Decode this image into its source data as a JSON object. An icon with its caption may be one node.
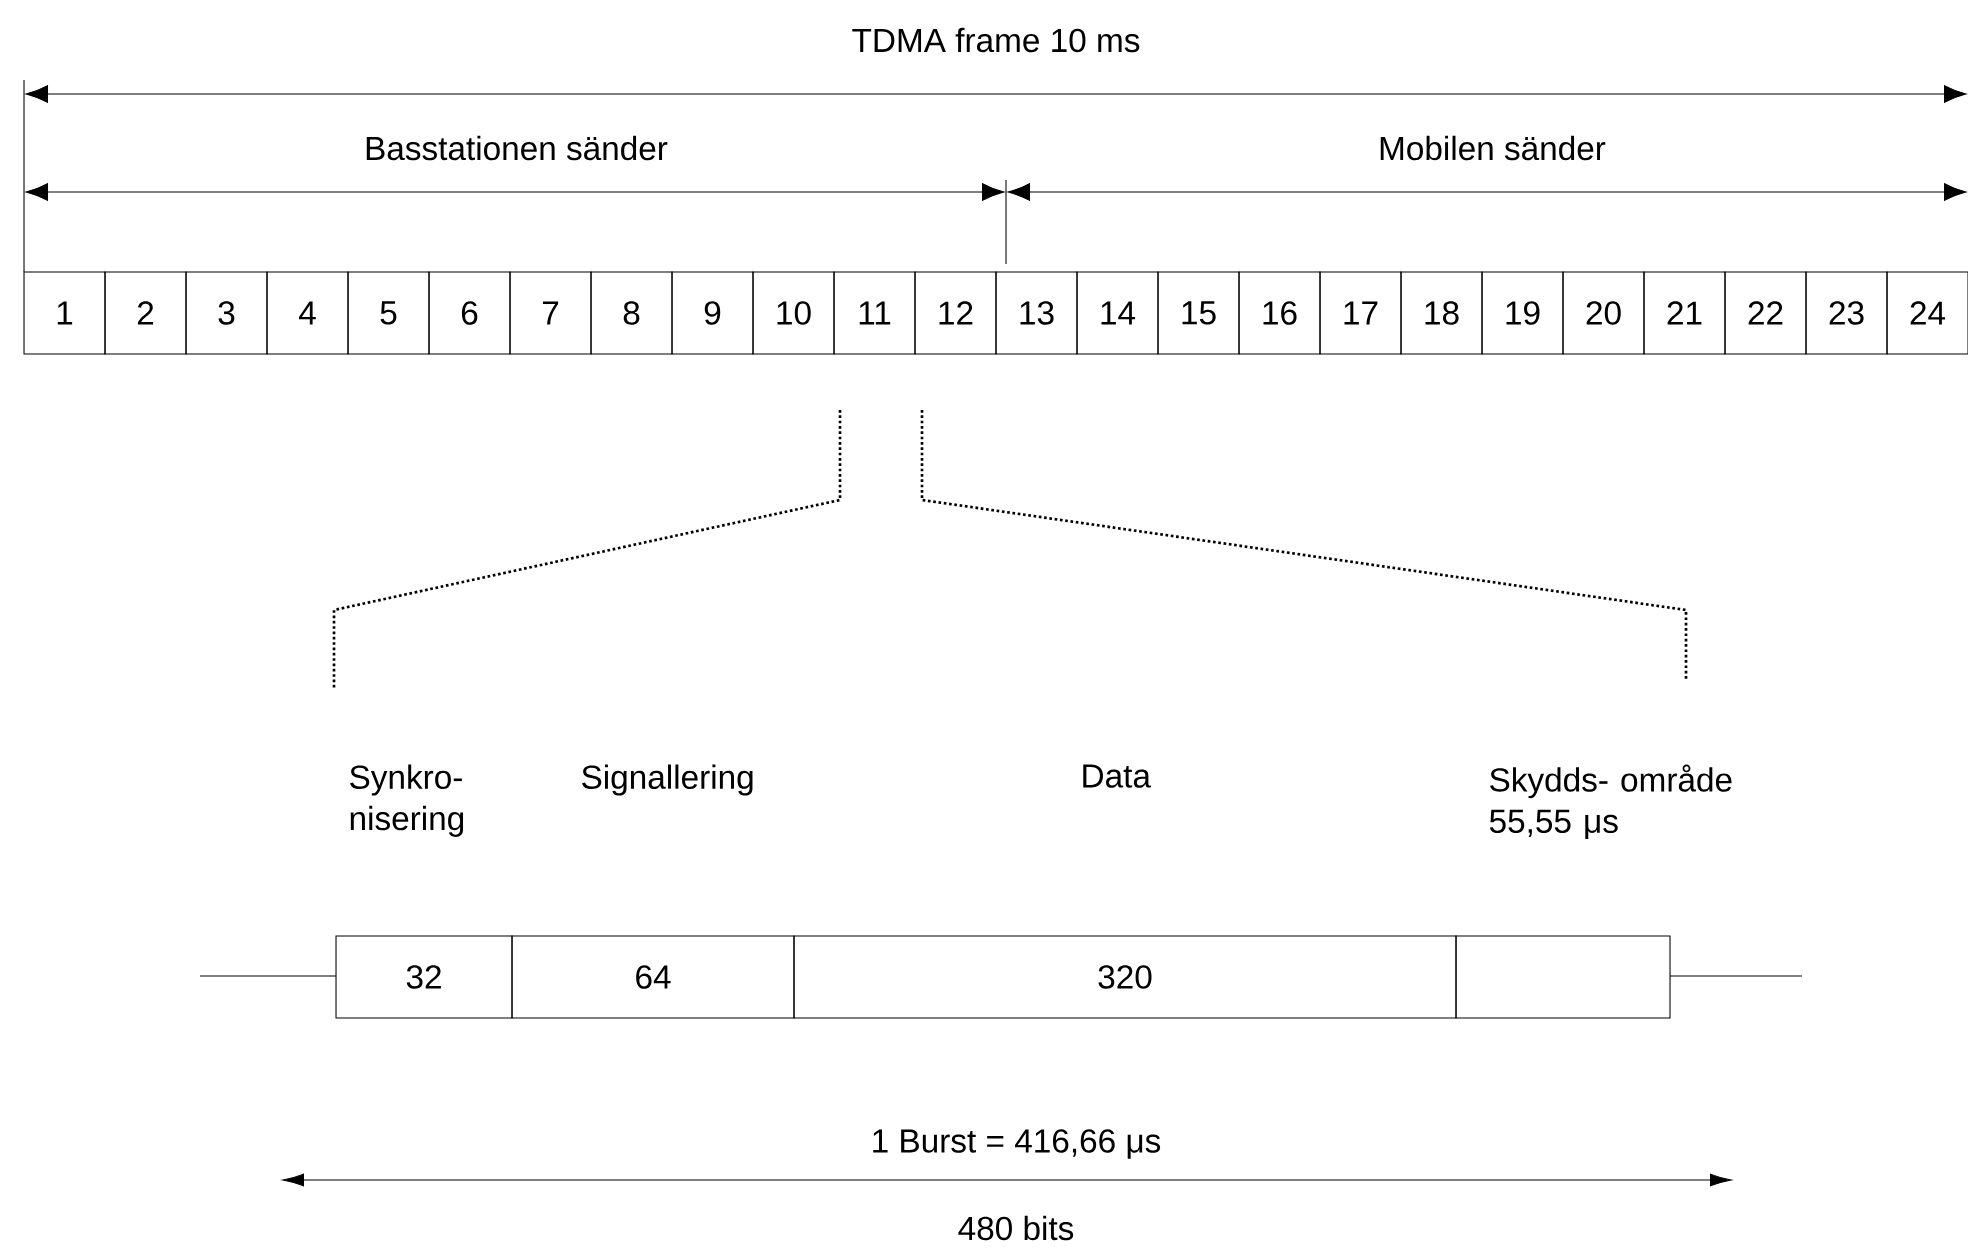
{
  "diagram": {
    "nodes": [
      {
        "text": [
          "1"
        ]
      },
      {
        "text": [
          "2"
        ]
      },
      {
        "text": [
          "3"
        ]
      },
      {
        "text": [
          "4"
        ]
      },
      {
        "text": [
          "5"
        ]
      },
      {
        "text": [
          "6"
        ]
      },
      {
        "text": [
          "7"
        ]
      },
      {
        "text": [
          "8"
        ]
      },
      {
        "text": [
          "9"
        ]
      },
      {
        "text": [
          "10"
        ]
      },
      {
        "text": [
          "11"
        ]
      },
      {
        "text": [
          "12"
        ]
      },
      {
        "text": [
          "13"
        ]
      },
      {
        "text": [
          "14"
        ]
      },
      {
        "text": [
          "15"
        ]
      },
      {
        "text": [
          "16"
        ]
      },
      {
        "text": [
          "17"
        ]
      },
      {
        "text": [
          "18"
        ]
      },
      {
        "text": [
          "19"
        ]
      },
      {
        "text": [
          "20"
        ]
      },
      {
        "text": [
          "21"
        ]
      },
      {
        "text": [
          "22"
        ]
      },
      {
        "text": [
          "23"
        ]
      },
      {
        "text": [
          "24"
        ]
      },
      {
        "text": [
          "Synkro- nisering",
          "32"
        ]
      },
      {
        "text": [
          "Signallering",
          "64"
        ]
      },
      {
        "text": [
          "Data",
          "320"
        ]
      },
      {
        "text": [
          "Skydds- område 55,55 μs"
        ]
      }
    ],
    "labels": [
      "TDMA frame 10 ms",
      "Basstationen sänder",
      "Mobilen sänder",
      "1 Burst = 416,66 μs",
      "480 bits"
    ]
  }
}
